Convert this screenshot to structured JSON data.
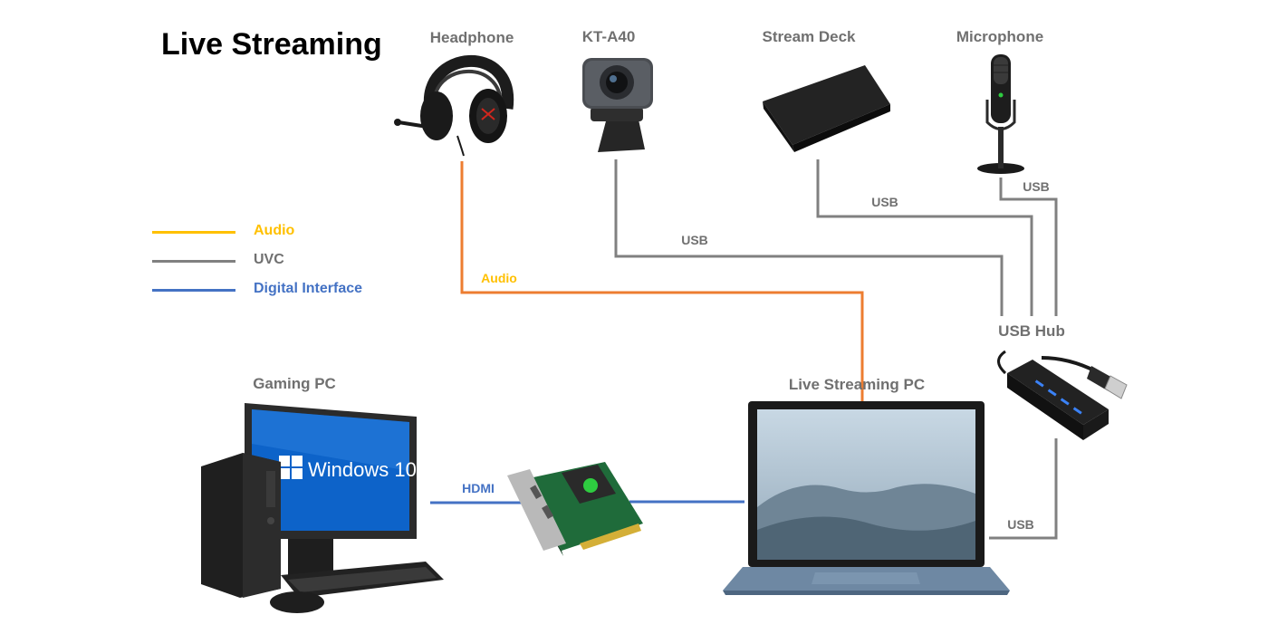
{
  "title": "Live Streaming",
  "devices": {
    "headphone": "Headphone",
    "camera": "KT-A40",
    "stream_deck": "Stream Deck",
    "microphone": "Microphone",
    "usb_hub": "USB Hub",
    "gaming_pc": "Gaming PC",
    "streaming_pc": "Live Streaming PC"
  },
  "legend": [
    {
      "label": "Audio",
      "color": "#ffc000"
    },
    {
      "label": "UVC",
      "color": "#808080"
    },
    {
      "label": "Digital Interface",
      "color": "#4472c4"
    }
  ],
  "wires": {
    "audio": "Audio",
    "camera_usb": "USB",
    "deck_usb": "USB",
    "mic_usb": "USB",
    "hdmi": "HDMI",
    "hub_usb": "USB"
  },
  "colors": {
    "audio_wire": "#ed7d31",
    "audio_text": "#ffc000",
    "uvc": "#808080",
    "digital": "#4472c4"
  },
  "screen_text": "Windows 10"
}
